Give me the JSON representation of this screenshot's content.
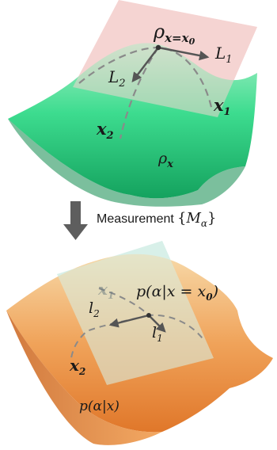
{
  "top_panel": {
    "label_rho_peak": "ρ",
    "label_rho_peak_sub": "x=x",
    "label_rho_peak_sub0": "0",
    "label_L1": "L",
    "label_L1_sub": "1",
    "label_L2": "L",
    "label_L2_sub": "2",
    "label_x1": "x",
    "label_x1_sub": "1",
    "label_x2": "x",
    "label_x2_sub": "2",
    "label_rho_x": "ρ",
    "label_rho_x_sub": "x",
    "surface_color": "#3ddc8f",
    "plane_color": "#f7c3c8"
  },
  "measurement": {
    "text": "Measurement",
    "set_open": "{",
    "set_M": "M",
    "set_alpha": "α",
    "set_close": "}"
  },
  "bottom_panel": {
    "label_p_peak": "p(α|x = x",
    "label_p_peak_sub0": "0",
    "label_p_peak_close": ")",
    "label_l1": "l",
    "label_l1_sub": "1",
    "label_l2": "l",
    "label_l2_sub": "2",
    "label_x1": "x",
    "label_x1_sub": "1",
    "label_x2": "x",
    "label_x2_sub": "2",
    "label_p_x": "p(α|x)",
    "surface_color": "#f0a35a",
    "plane_color": "#c8f3f5"
  }
}
